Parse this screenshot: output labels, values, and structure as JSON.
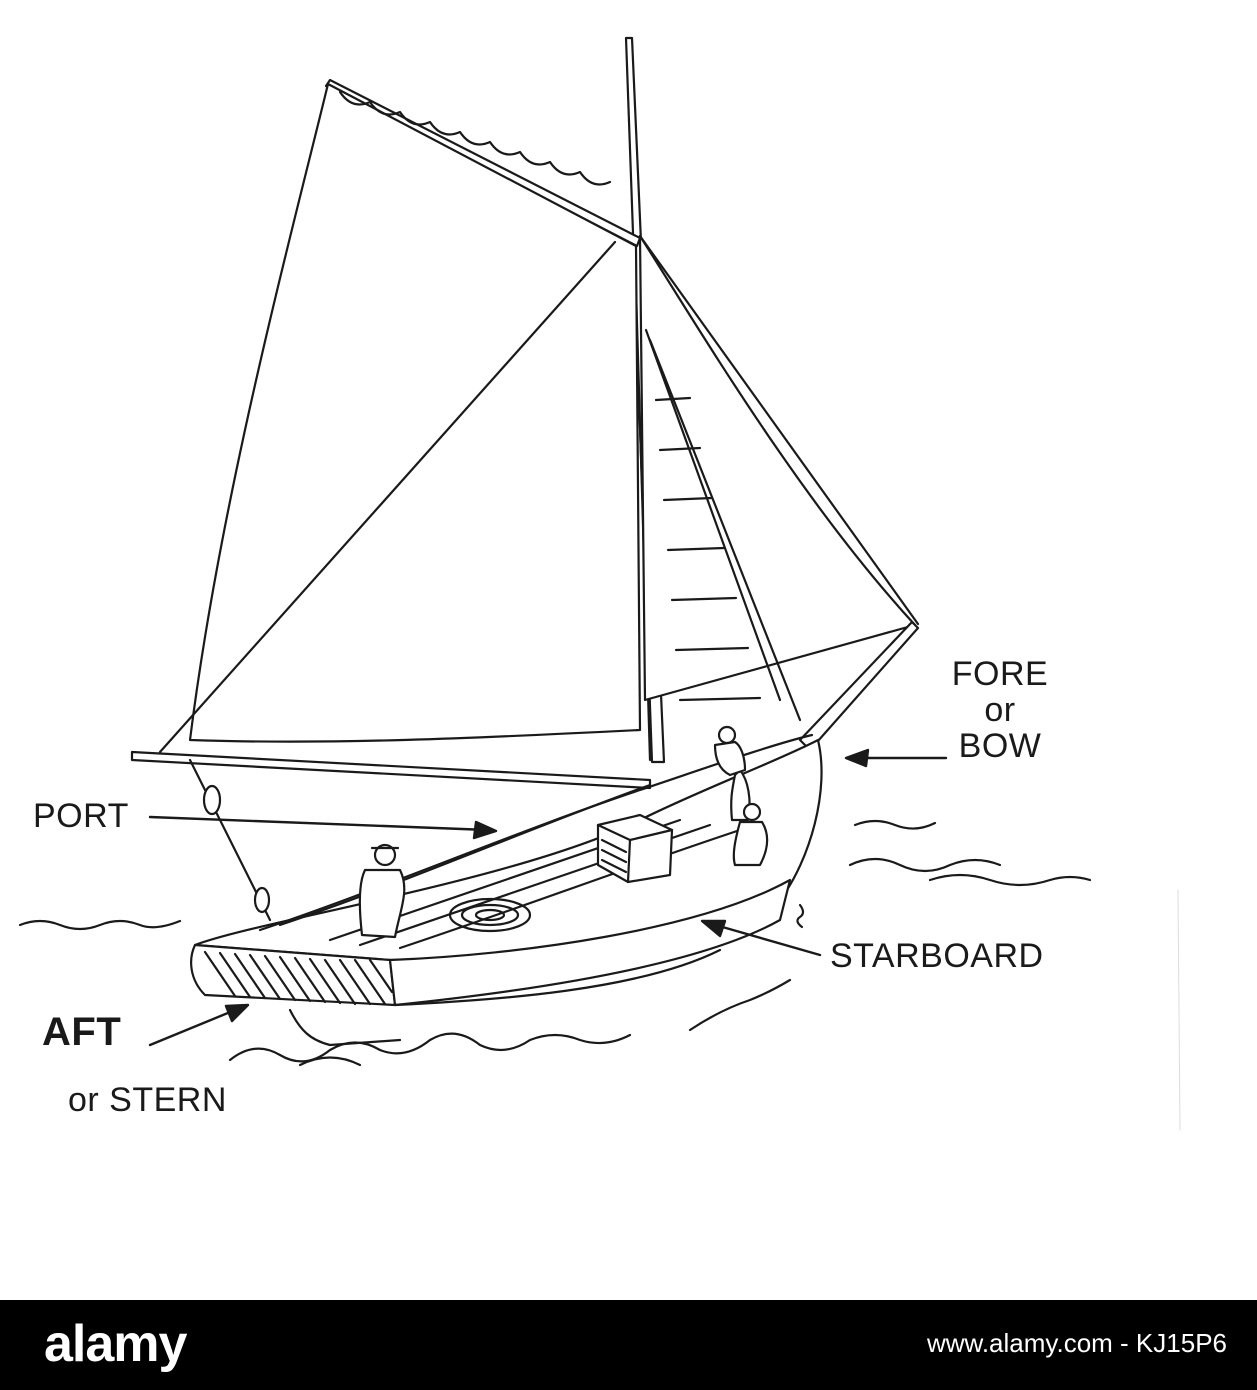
{
  "labels": {
    "fore_line1": "FORE",
    "fore_line2": "or",
    "fore_line3": "BOW",
    "port": "PORT",
    "starboard": "STARBOARD",
    "aft": "AFT",
    "stern": "or STERN"
  },
  "footer": {
    "logo": "alamy",
    "credit": "www.alamy.com - KJ15P6"
  },
  "colors": {
    "ink": "#1a1a1a",
    "background": "#ffffff",
    "footer_bg": "#000000",
    "footer_text": "#ffffff"
  }
}
